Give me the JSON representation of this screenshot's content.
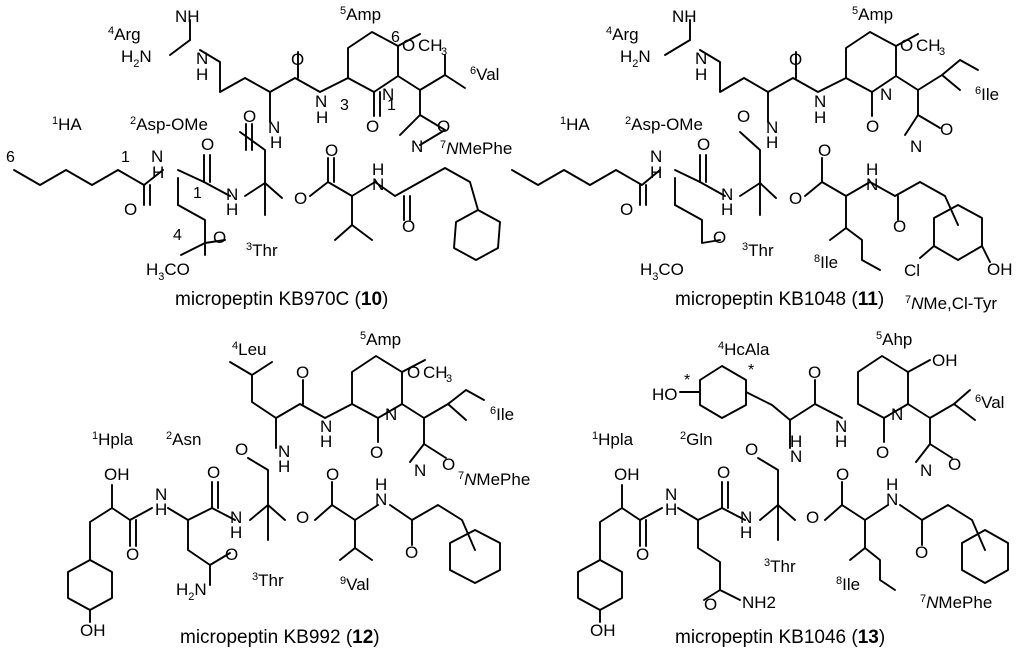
{
  "structures": [
    {
      "name_prefix": "micropeptin KB970C (",
      "compound_number": "10",
      "name_suffix": ")",
      "residues": [
        {
          "sup": "1",
          "name": "HA"
        },
        {
          "sup": "2",
          "name": "Asp-OMe"
        },
        {
          "sup": "3",
          "name": "Thr"
        },
        {
          "sup": "4",
          "name": "Arg"
        },
        {
          "sup": "5",
          "name": "Amp"
        },
        {
          "sup": "6",
          "name": "Val"
        },
        {
          "sup": "7",
          "name_italic": "N",
          "name": "MePhe"
        }
      ],
      "position_numbers": [
        "6",
        "1",
        "1",
        "4",
        "3",
        "6",
        "1"
      ],
      "atom_labels": [
        "NH",
        "H2N",
        "N",
        "H",
        "OCH3",
        "N",
        "O",
        "O",
        "H",
        "N",
        "O",
        "N",
        "N",
        "O",
        "N",
        "H",
        "O",
        "O",
        "O",
        "H3CO",
        "O",
        "O",
        "N",
        "H",
        "O"
      ]
    },
    {
      "name_prefix": "micropeptin KB1048 (",
      "compound_number": "11",
      "name_suffix": ")",
      "residues": [
        {
          "sup": "1",
          "name": "HA"
        },
        {
          "sup": "2",
          "name": "Asp-OMe"
        },
        {
          "sup": "3",
          "name": "Thr"
        },
        {
          "sup": "4",
          "name": "Arg"
        },
        {
          "sup": "5",
          "name": "Amp"
        },
        {
          "sup": "6",
          "name": "Ile"
        },
        {
          "sup": "7",
          "name_italic": "N",
          "name": "Me,Cl-Tyr"
        },
        {
          "sup": "8",
          "name": "Ile"
        }
      ],
      "atom_labels": [
        "NH",
        "H2N",
        "N",
        "H",
        "OCH3",
        "Cl",
        "OH",
        "H3CO"
      ]
    },
    {
      "name_prefix": "micropeptin KB992 (",
      "compound_number": "12",
      "name_suffix": ")",
      "residues": [
        {
          "sup": "1",
          "name": "Hpla"
        },
        {
          "sup": "2",
          "name": "Asn"
        },
        {
          "sup": "3",
          "name": "Thr"
        },
        {
          "sup": "4",
          "name": "Leu"
        },
        {
          "sup": "5",
          "name": "Amp"
        },
        {
          "sup": "6",
          "name": "Ile"
        },
        {
          "sup": "7",
          "name_italic": "N",
          "name": "MePhe"
        },
        {
          "sup": "9",
          "name": "Val"
        }
      ],
      "atom_labels": [
        "OH",
        "OH",
        "H2N",
        "OCH3"
      ]
    },
    {
      "name_prefix": "micropeptin KB1046 (",
      "compound_number": "13",
      "name_suffix": ")",
      "residues": [
        {
          "sup": "1",
          "name": "Hpla"
        },
        {
          "sup": "2",
          "name": "Gln"
        },
        {
          "sup": "3",
          "name": "Thr"
        },
        {
          "sup": "4",
          "name": "HcAla"
        },
        {
          "sup": "5",
          "name": "Ahp"
        },
        {
          "sup": "6",
          "name": "Val"
        },
        {
          "sup": "7",
          "name_italic": "N",
          "name": "MePhe"
        },
        {
          "sup": "8",
          "name": "Ile"
        }
      ],
      "atom_labels": [
        "HO",
        "*",
        "*",
        "OH",
        "OH",
        "NH2",
        "OH"
      ]
    }
  ]
}
